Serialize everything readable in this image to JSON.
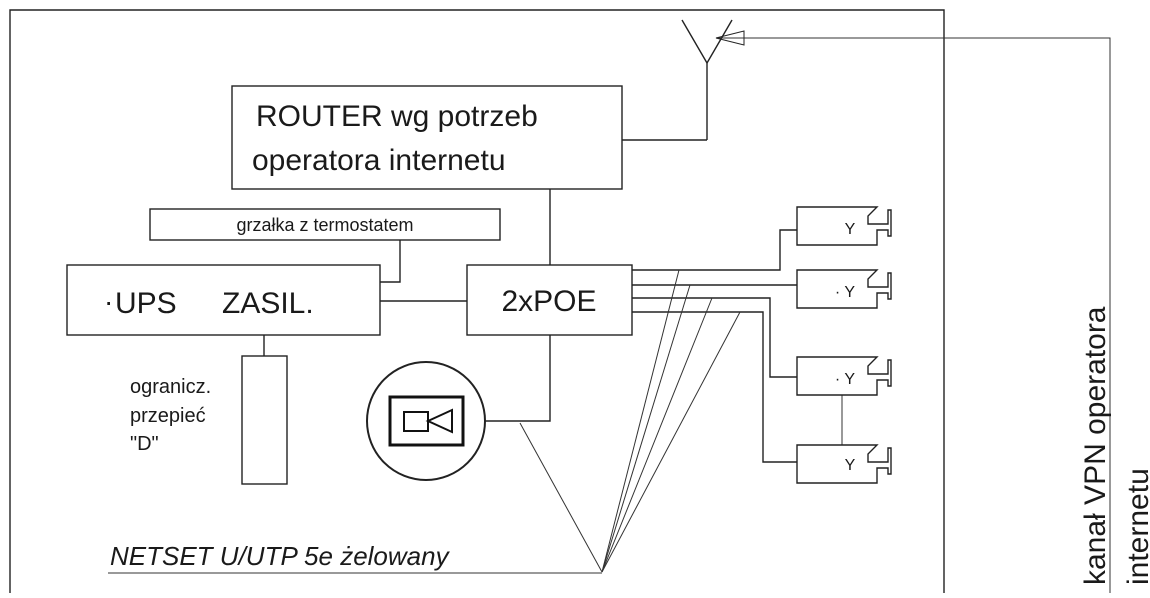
{
  "router": {
    "line1": "ROUTER wg potrzeb",
    "line2": "operatora internetu"
  },
  "heater": {
    "label": "grzałka z termostatem"
  },
  "ups": {
    "dot": "·",
    "label": "UPS",
    "label2": "ZASIL."
  },
  "poe": {
    "label": "2xPOE"
  },
  "surge": {
    "line1": "ogranicz.",
    "line2": "przepieć",
    "line3": "\"D\""
  },
  "cable": {
    "label": "NETSET U/UTP 5e żelowany"
  },
  "vpn": {
    "line1": "kanał VPN operatora",
    "line2": "internetu"
  },
  "cameras": [
    {
      "label": "Y"
    },
    {
      "label": "· Y"
    },
    {
      "label": "· Y"
    },
    {
      "label": "Y"
    }
  ]
}
